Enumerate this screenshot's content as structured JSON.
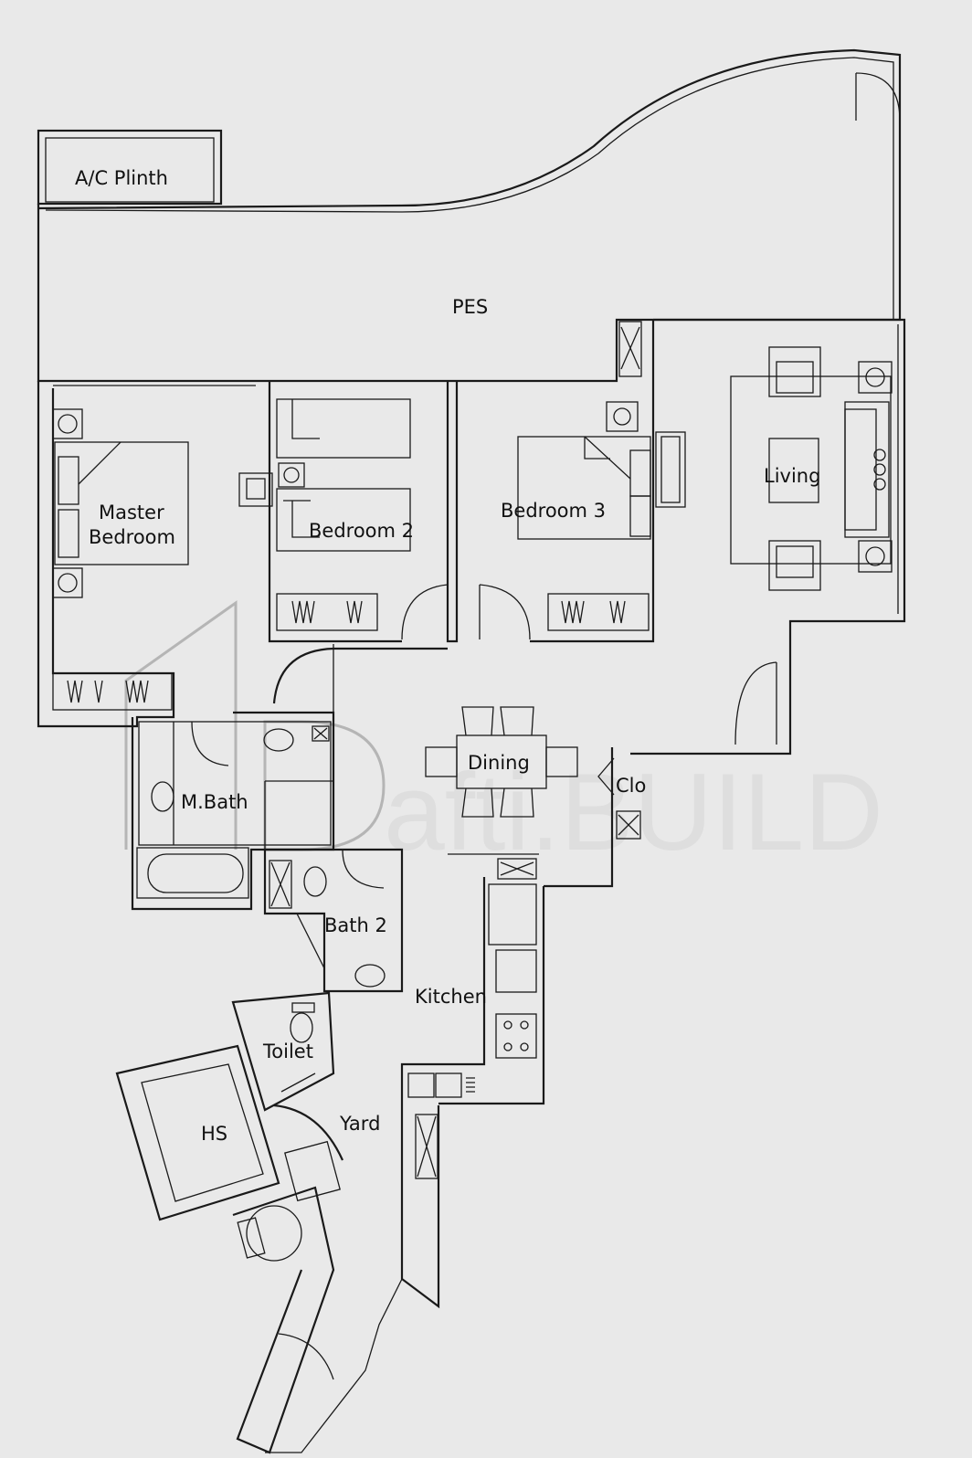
{
  "rooms": {
    "ac_plinth": "A/C Plinth",
    "pes": "PES",
    "master_bedroom_line1": "Master",
    "master_bedroom_line2": "Bedroom",
    "bedroom2": "Bedroom 2",
    "bedroom3": "Bedroom 3",
    "living": "Living",
    "dining": "Dining",
    "clo": "Clo",
    "master_bath": "M.Bath",
    "bath2": "Bath 2",
    "kitchen": "Kitchen",
    "toilet": "Toilet",
    "household_shelter": "HS",
    "yard": "Yard"
  },
  "watermark": {
    "brand": "afti.BUILD"
  }
}
